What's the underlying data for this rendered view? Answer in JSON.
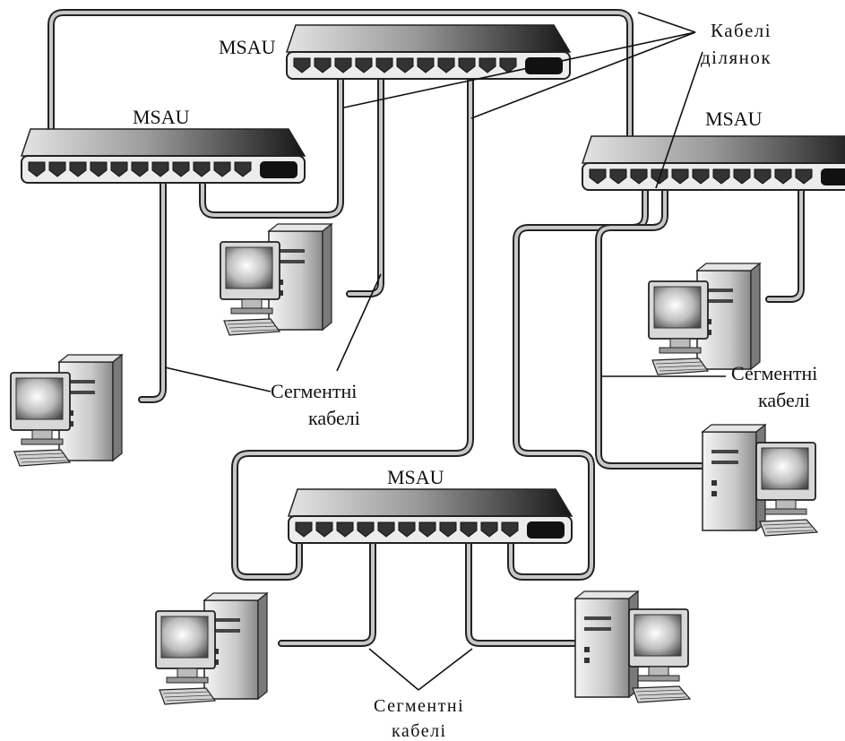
{
  "hubs": [
    {
      "label": "MSAU"
    },
    {
      "label": "MSAU"
    },
    {
      "label": "MSAU"
    },
    {
      "label": "MSAU"
    }
  ],
  "labels": {
    "ring_cables_line1": "Кабелі",
    "ring_cables_line2": "ділянок",
    "segment_left_line1": "Сегментні",
    "segment_left_line2": "кабелі",
    "segment_right_line1": "Сегментні",
    "segment_right_line2": "кабелі",
    "segment_bottom_line1": "Сегментні",
    "segment_bottom_line2": "кабелі"
  }
}
